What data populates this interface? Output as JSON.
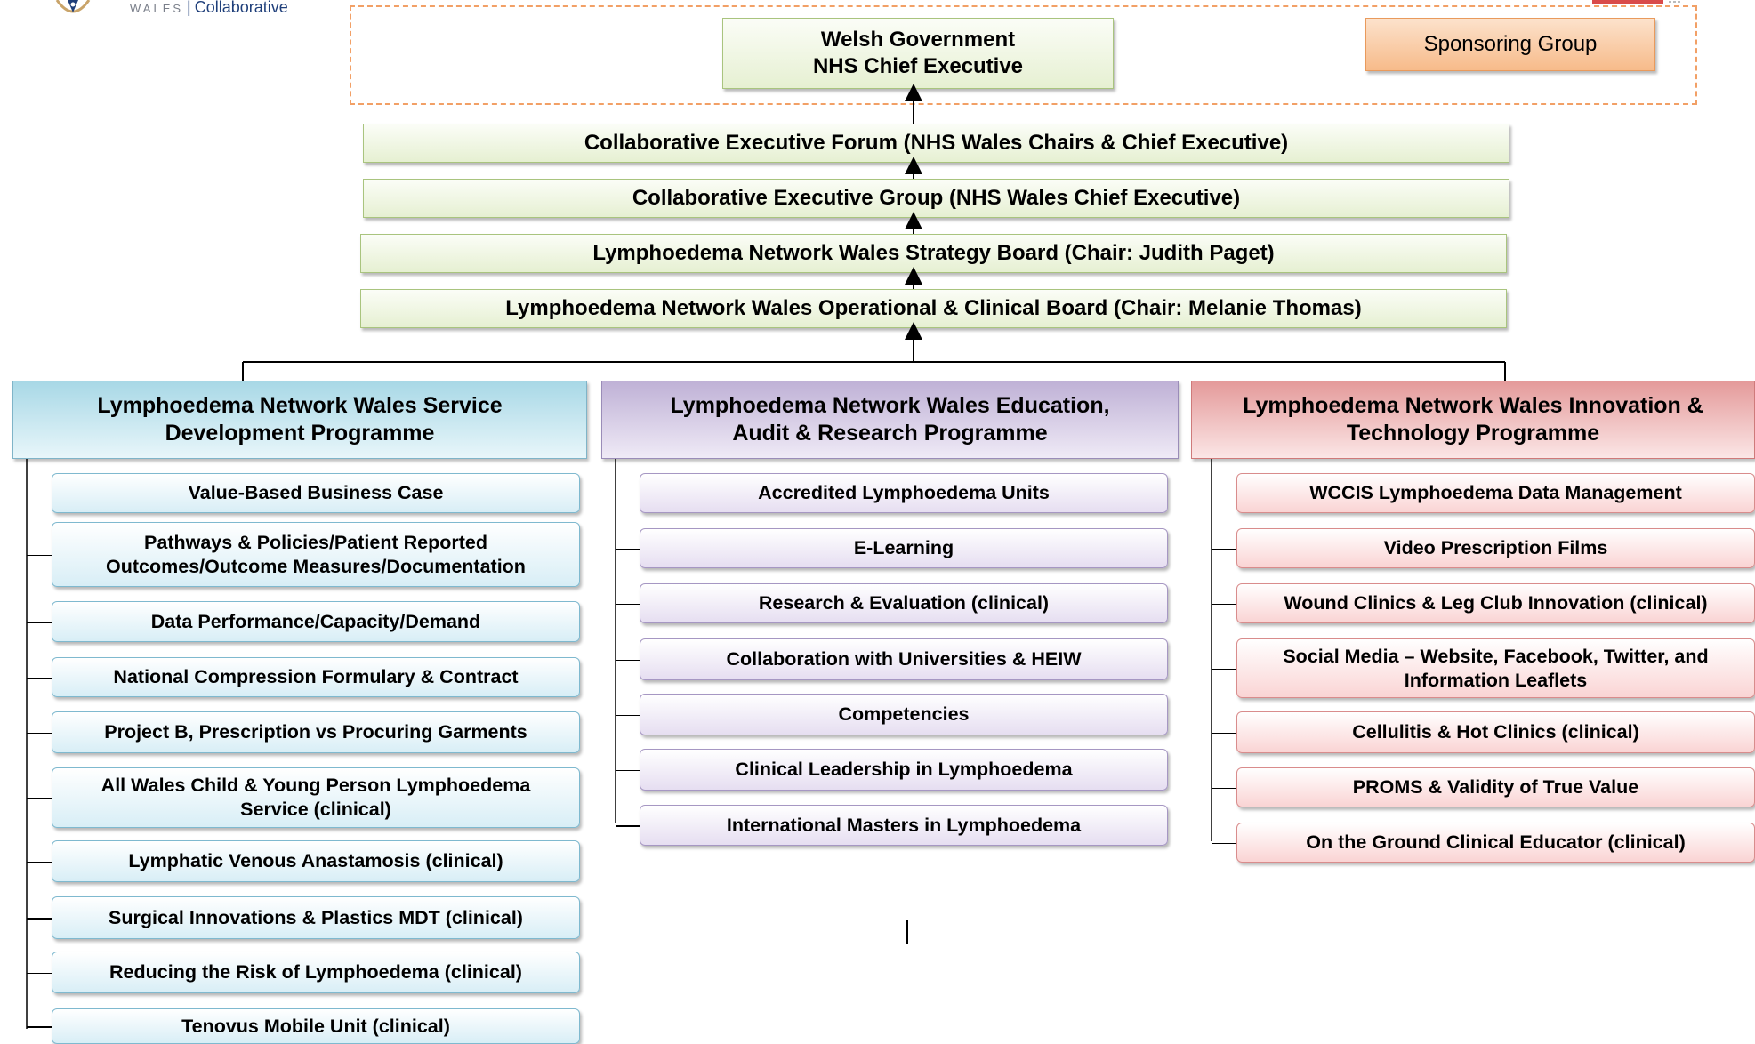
{
  "logo": {
    "country": "WALES",
    "name": "Collaborative"
  },
  "sponsoring_group": {
    "label": "Sponsoring Group"
  },
  "governance": {
    "top_line1": "Welsh Government",
    "top_line2": "NHS Chief Executive",
    "levels": [
      "Collaborative Executive Forum (NHS Wales Chairs & Chief Executive)",
      "Collaborative Executive Group (NHS Wales Chief Executive)",
      "Lymphoedema Network Wales Strategy Board (Chair: Judith Paget)",
      "Lymphoedema Network Wales Operational & Clinical Board (Chair: Melanie Thomas)"
    ]
  },
  "programmes": [
    {
      "title_line1": "Lymphoedema Network Wales Service",
      "title_line2": "Development Programme",
      "color": "#a8d8e6",
      "items": [
        [
          "Value-Based Business Case"
        ],
        [
          "Pathways & Policies/Patient Reported",
          "Outcomes/Outcome Measures/Documentation"
        ],
        [
          "Data Performance/Capacity/Demand"
        ],
        [
          "National Compression Formulary & Contract"
        ],
        [
          "Project B, Prescription vs Procuring Garments"
        ],
        [
          "All Wales Child & Young Person Lymphoedema",
          "Service (clinical)"
        ],
        [
          "Lymphatic Venous Anastamosis (clinical)"
        ],
        [
          "Surgical Innovations & Plastics MDT (clinical)"
        ],
        [
          "Reducing the Risk of Lymphoedema (clinical)"
        ],
        [
          "Tenovus Mobile Unit (clinical)"
        ]
      ]
    },
    {
      "title_line1": "Lymphoedema Network Wales Education,",
      "title_line2": "Audit & Research Programme",
      "color": "#bfb1d6",
      "items": [
        [
          "Accredited Lymphoedema Units"
        ],
        [
          "E-Learning"
        ],
        [
          "Research & Evaluation (clinical)"
        ],
        [
          "Collaboration with Universities & HEIW"
        ],
        [
          "Competencies"
        ],
        [
          "Clinical Leadership in Lymphoedema"
        ],
        [
          "International Masters in Lymphoedema"
        ]
      ]
    },
    {
      "title_line1": "Lymphoedema Network Wales Innovation &",
      "title_line2": "Technology Programme",
      "color": "#e49a9a",
      "items": [
        [
          "WCCIS Lymphoedema Data Management"
        ],
        [
          "Video Prescription Films"
        ],
        [
          "Wound Clinics & Leg Club Innovation (clinical)"
        ],
        [
          "Social Media – Website, Facebook, Twitter, and",
          "Information Leaflets"
        ],
        [
          "Cellulitis & Hot Clinics (clinical)"
        ],
        [
          "PROMS & Validity of True Value"
        ],
        [
          "On the Ground Clinical Educator (clinical)"
        ]
      ]
    }
  ]
}
